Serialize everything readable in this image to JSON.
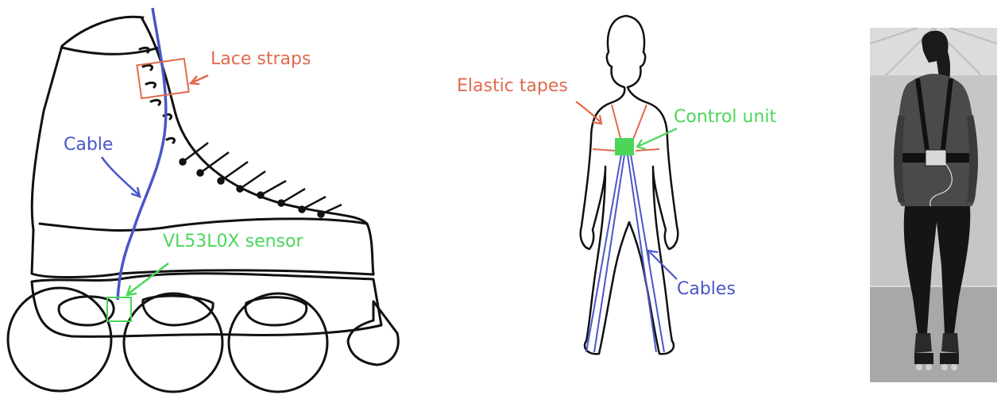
{
  "colors": {
    "red": "#e06a4c",
    "blue": "#4a56c8",
    "green": "#4bd65a",
    "ink": "#111111"
  },
  "skate": {
    "lace_straps_label": "Lace straps",
    "cable_label": "Cable",
    "sensor_label": "VL53L0X sensor"
  },
  "body": {
    "elastic_tapes_label": "Elastic tapes",
    "control_unit_label": "Control unit",
    "cables_label": "Cables"
  }
}
